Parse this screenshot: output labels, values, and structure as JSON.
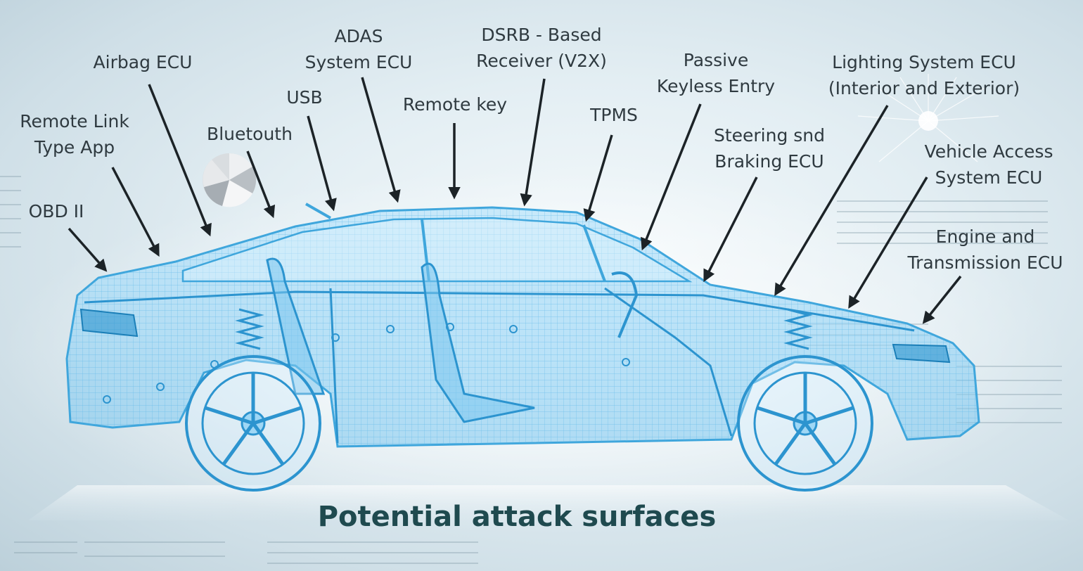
{
  "title": "Potential attack surfaces",
  "labels": [
    {
      "id": "obd-ii",
      "text": "OBD II"
    },
    {
      "id": "remote-link-type-app",
      "text": "Remote Link\nType App"
    },
    {
      "id": "airbag-ecu",
      "text": "Airbag ECU"
    },
    {
      "id": "bluetooth",
      "text": "Bluetouth"
    },
    {
      "id": "usb",
      "text": "USB"
    },
    {
      "id": "adas-system-ecu",
      "text": "ADAS\nSystem ECU"
    },
    {
      "id": "remote-key",
      "text": "Remote key"
    },
    {
      "id": "dsrb-receiver",
      "text": "DSRB - Based\nReceiver (V2X)"
    },
    {
      "id": "tpms",
      "text": "TPMS"
    },
    {
      "id": "passive-keyless-entry",
      "text": "Passive\nKeyless Entry"
    },
    {
      "id": "steering-braking-ecu",
      "text": "Steering snd\nBraking ECU"
    },
    {
      "id": "lighting-system-ecu",
      "text": "Lighting System ECU\n(Interior and Exterior)"
    },
    {
      "id": "vehicle-access-system-ecu",
      "text": "Vehicle Access\nSystem ECU"
    },
    {
      "id": "engine-transmission-ecu",
      "text": "Engine and\nTransmission ECU"
    }
  ],
  "colors": {
    "wireframe": "#3fa6dc",
    "wireframe_light": "#8fd0f0",
    "label_text": "#2f3a40",
    "title_text": "#1f4a4f",
    "arrow": "#1c2327"
  }
}
